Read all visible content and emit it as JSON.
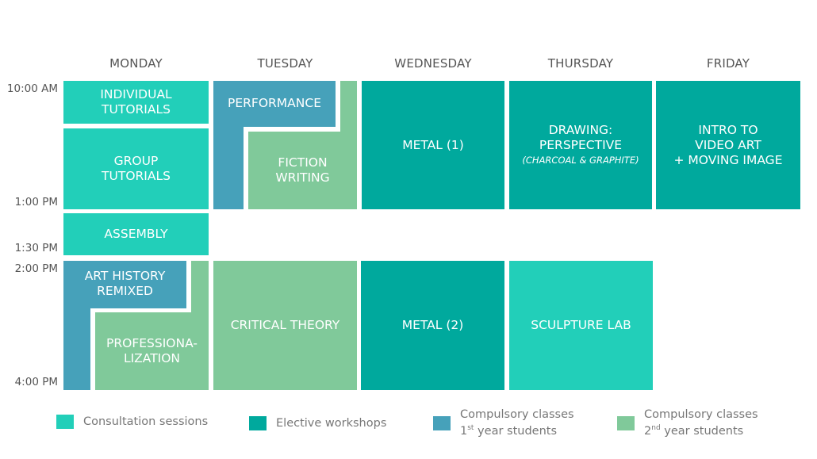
{
  "colors": {
    "consultation": "#22cfb9",
    "elective": "#00a99d",
    "compulsory_1st": "#46a1ba",
    "compulsory_2nd": "#80c99a"
  },
  "days": [
    "MONDAY",
    "TUESDAY",
    "WEDNESDAY",
    "THURSDAY",
    "FRIDAY"
  ],
  "times": [
    "10:00 AM",
    "1:00 PM",
    "1:30 PM",
    "2:00 PM",
    "4:00 PM"
  ],
  "classes": {
    "individual_1": "INDIVIDUAL",
    "individual_2": "TUTORIALS",
    "group_1": "GROUP",
    "group_2": "TUTORIALS",
    "assembly": "ASSEMBLY",
    "art_history_1": "ART HISTORY",
    "art_history_2": "REMIXED",
    "prof_1": "PROFESSIONA-",
    "prof_2": "LIZATION",
    "performance": "PERFORMANCE",
    "fiction_1": "FICTION",
    "fiction_2": "WRITING",
    "critical_theory": "CRITICAL THEORY",
    "metal1": "METAL (1)",
    "metal2": "METAL (2)",
    "drawing_1": "DRAWING:",
    "drawing_2": "PERSPECTIVE",
    "drawing_sub": "(CHARCOAL & GRAPHITE)",
    "sculpture": "SCULPTURE LAB",
    "video_1": "INTRO TO",
    "video_2": "VIDEO ART",
    "video_3": "+ MOVING IMAGE"
  },
  "legend": {
    "consultation": "Consultation  sessions",
    "elective": "Elective workshops",
    "c1_line1": "Compulsory classes",
    "c1_num": "1",
    "c1_sup": "st",
    "c1_rest": " year students",
    "c2_line1": "Compulsory classes",
    "c2_num": "2",
    "c2_sup": "nd",
    "c2_rest": " year students"
  }
}
